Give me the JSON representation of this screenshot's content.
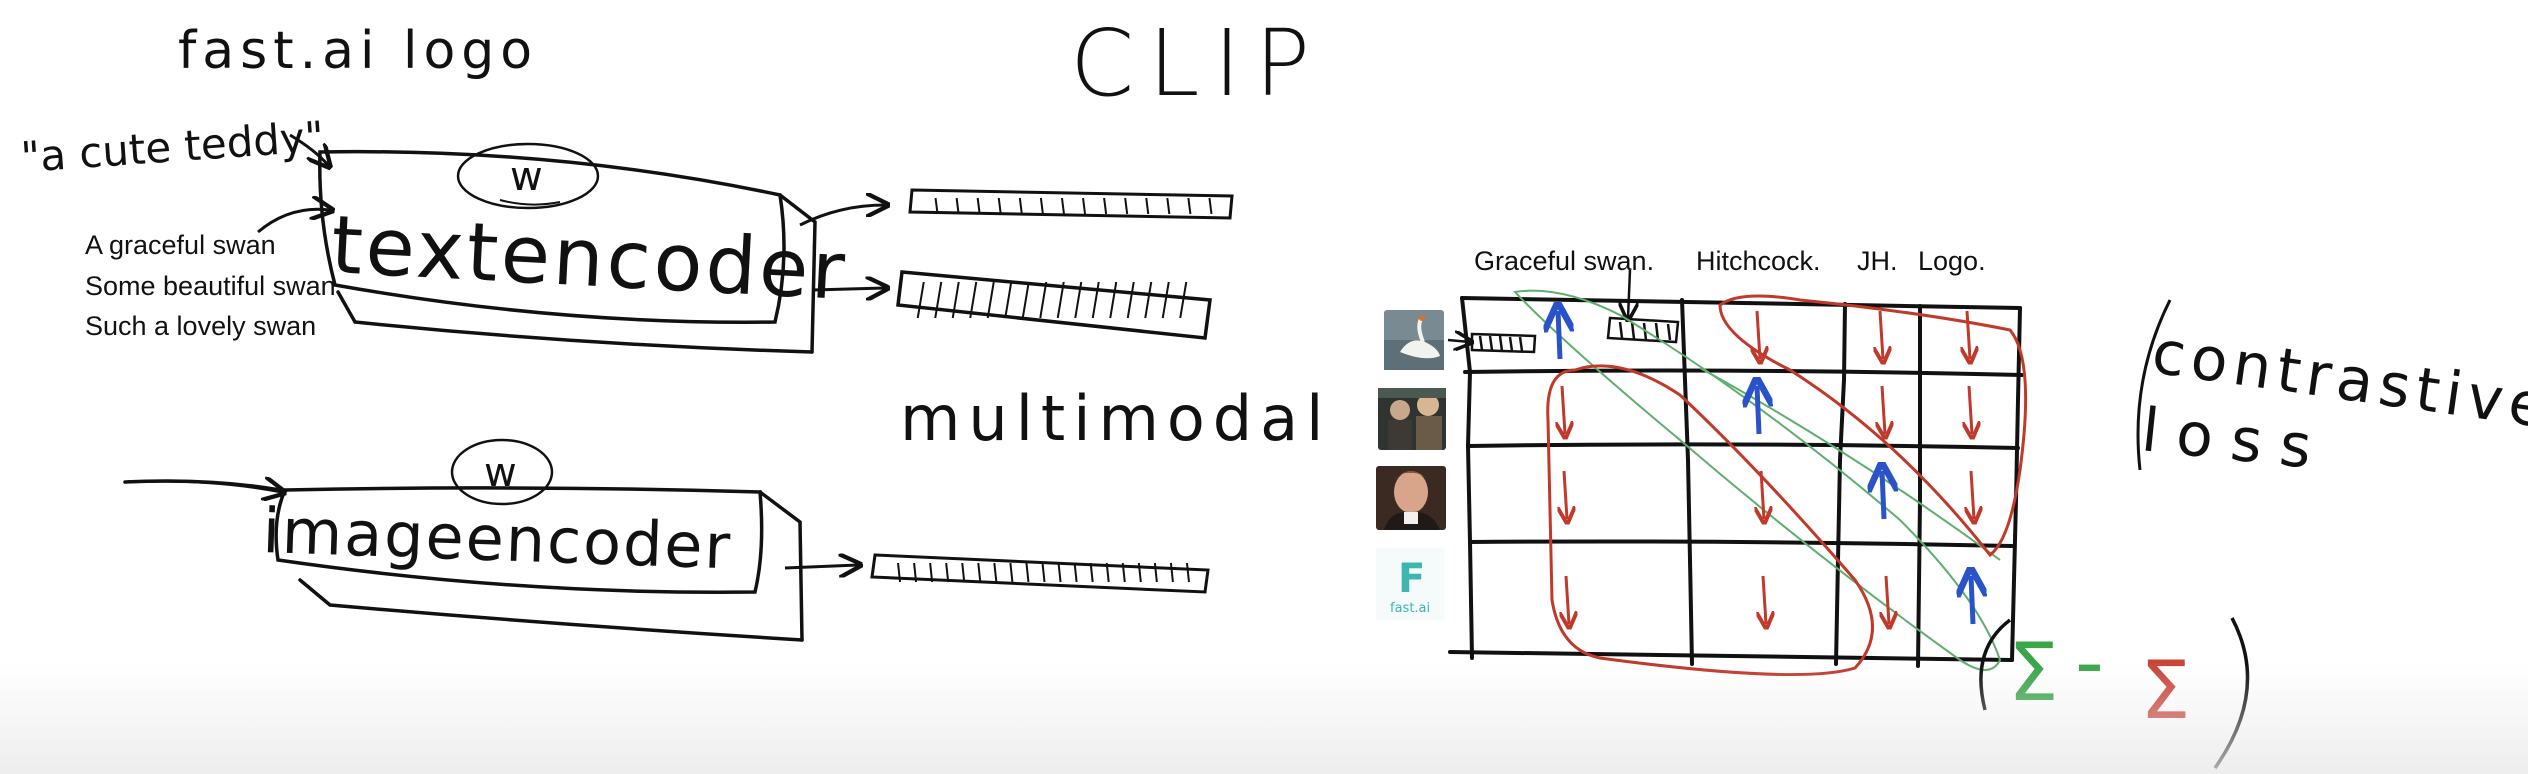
{
  "board": {
    "title": "CLIP",
    "logo_note": "fast.ai logo",
    "teddy_caption": "\"a cute teddy\"",
    "text_encoder_label": "textencoder",
    "image_encoder_label": "imageencoder",
    "weights_symbol": "w",
    "multimodal_label": "multimodal",
    "typed_captions": [
      "A graceful swan",
      "Some beautiful swan",
      "Such a lovely swan"
    ],
    "matrix_headers": [
      "Graceful swan.",
      "Hitchcock.",
      "JH.",
      "Logo."
    ],
    "loss_label_line1": "contrastive",
    "loss_label_line2": "loss",
    "formula_sigma1": "Σ",
    "formula_minus": "-",
    "formula_sigma2": "Σ",
    "logo_small_text": "fast.ai",
    "logo_letter": "F"
  },
  "colors": {
    "ink": "#111111",
    "arrow_blue": "#2a52c9",
    "arrow_red": "#c0392b",
    "diag_green": "#5fae6e",
    "sigma_green": "#3aa64a",
    "sigma_red": "#c9453a",
    "logo_teal": "#3fb5b0"
  },
  "images": [
    {
      "name": "swan-photo-thumb",
      "icon": "swan"
    },
    {
      "name": "hitchcock-photo-thumb",
      "icon": "people"
    },
    {
      "name": "jh-photo-thumb",
      "icon": "portrait"
    },
    {
      "name": "fastai-logo-thumb",
      "icon": "fastai-logo"
    }
  ],
  "arrow_grid": [
    [
      "up-blue",
      "down-red",
      "down-red",
      "down-red"
    ],
    [
      "down-red",
      "up-blue",
      "down-red",
      "down-red"
    ],
    [
      "down-red",
      "down-red",
      "up-blue",
      "down-red"
    ],
    [
      "down-red",
      "down-red",
      "down-red",
      "up-blue"
    ]
  ]
}
